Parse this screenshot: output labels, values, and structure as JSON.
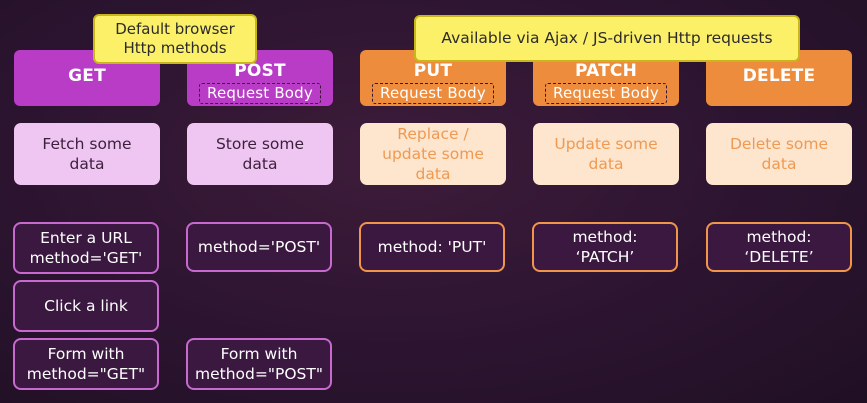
{
  "notes": {
    "browser": "Default browser\nHttp methods",
    "ajax": "Available via Ajax / JS-driven Http requests"
  },
  "columns": [
    {
      "method": "GET",
      "request_body": "",
      "description": "Fetch some\ndata",
      "usages": [
        "Enter a URL\nmethod='GET'",
        "Click a link",
        "Form with\nmethod=\"GET\""
      ]
    },
    {
      "method": "POST",
      "request_body": "Request Body",
      "description": "Store some\ndata",
      "usages": [
        "method='POST'",
        "Form with\nmethod=\"POST\""
      ]
    },
    {
      "method": "PUT",
      "request_body": "Request Body",
      "description": "Replace /\nupdate some\ndata",
      "usages": [
        "method: 'PUT'"
      ]
    },
    {
      "method": "PATCH",
      "request_body": "Request Body",
      "description": "Update some\ndata",
      "usages": [
        "method:\n‘PATCH’"
      ]
    },
    {
      "method": "DELETE",
      "request_body": "",
      "description": "Delete some\ndata",
      "usages": [
        "method:\n‘DELETE’"
      ]
    }
  ],
  "colors": {
    "purple_header": "#b83cc5",
    "purple_desc": "#efc6f1",
    "orange_header": "#ec8c3c",
    "orange_desc": "#fde5ce",
    "note": "#fcf069",
    "background": "#2c1430"
  }
}
